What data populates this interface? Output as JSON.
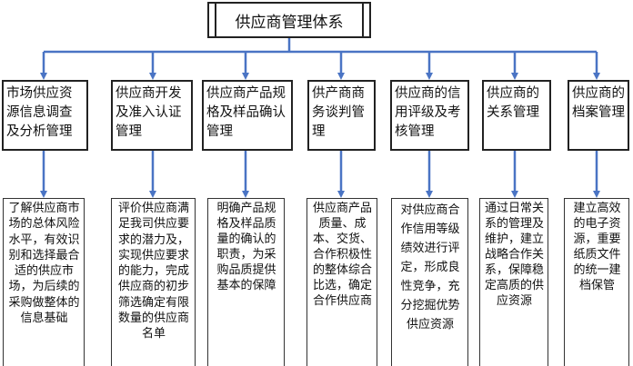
{
  "title": "供应商管理体系",
  "categories": [
    {
      "label": "市场供应资源信息调查及分析管理",
      "description": "了解供应商市场的总体风险水平，有效识别和选择最合适的供应市场，为后续的采购做整体的信息基础"
    },
    {
      "label": "供应商开发及准入认证管理",
      "description": "评价供应商满足我司供应要求的潜力及，实现供应要求的能力，完成供应商的初步筛选确定有限数量的供应商名单"
    },
    {
      "label": "供应商产品规格及样品确认管理",
      "description": "明确产品规格及样品质量的确认的职责，为采购品质提供基本的保障"
    },
    {
      "label": "供产商商务谈判管理",
      "description": "供应商产品质量、成本、交货、合作积极性的整体综合比选，确定合作供应商"
    },
    {
      "label": "供应商的信用评级及考核管理",
      "description": "对供应商合作信用等级绩效进行评定，形成良性竞争，充分挖掘优势供应资源"
    },
    {
      "label": "供应商的关系管理",
      "description": "通过日常关系的管理及维护，建立战略合作关系，保障稳定高质的供应资源"
    },
    {
      "label": "供应商的档案管理",
      "description": "建立高效的电子资源，重要纸质文件的统一建档保管"
    }
  ],
  "colors": {
    "connector": "#4a74c4",
    "border": "#222222"
  }
}
